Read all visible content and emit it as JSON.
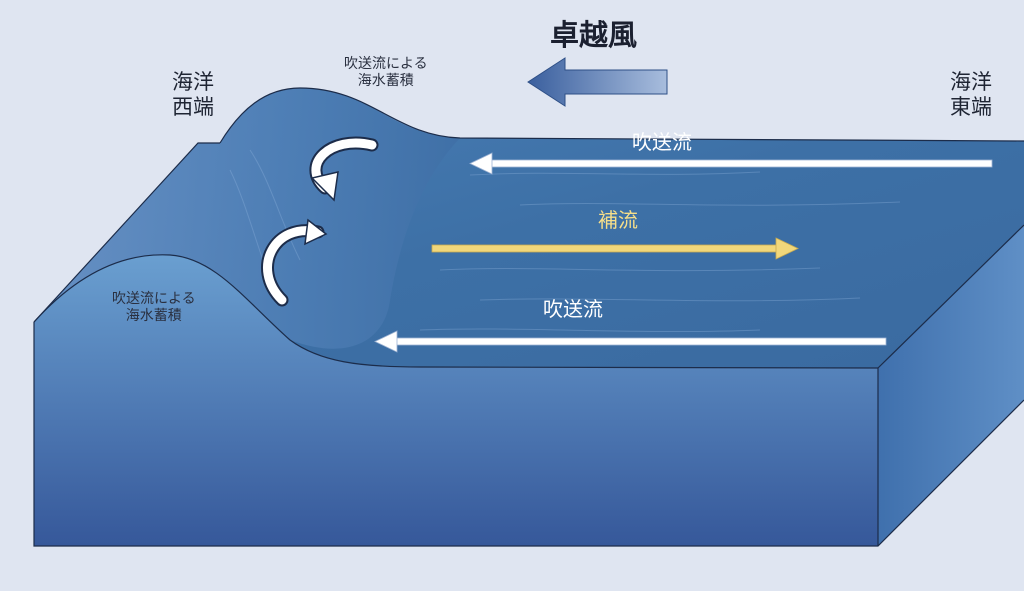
{
  "title": "卓越風",
  "west_end": {
    "line1": "海洋",
    "line2": "西端"
  },
  "east_end": {
    "line1": "海洋",
    "line2": "東端"
  },
  "accumulation_top": {
    "line1": "吹送流による",
    "line2": "海水蓄積"
  },
  "accumulation_left": {
    "line1": "吹送流による",
    "line2": "海水蓄積"
  },
  "flows": {
    "upper_drift": "吹送流",
    "compensation": "補流",
    "lower_drift": "吹送流"
  },
  "colors": {
    "surface": "#3f72a8",
    "front_face": "#3b64a3",
    "wind_arrow": "#3a5f9e",
    "drift_arrow": "#ffffff",
    "compensation_arrow": "#f1d77b"
  }
}
